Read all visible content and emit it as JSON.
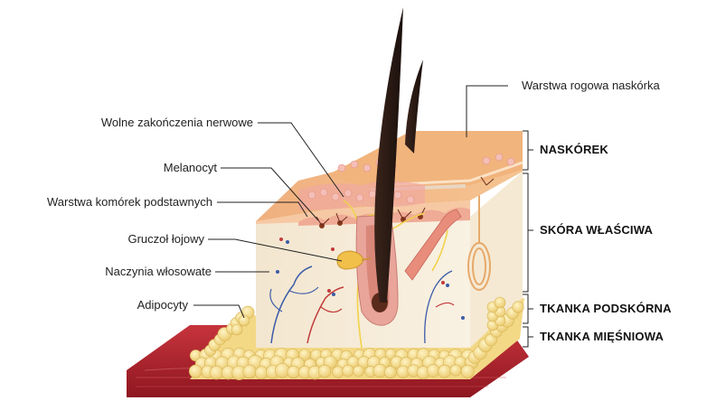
{
  "labels": {
    "left": [
      {
        "text": "Wolne zakończenia nerwowe"
      },
      {
        "text": "Melanocyt"
      },
      {
        "text": "Warstwa komórek podstawnych"
      },
      {
        "text": "Gruczoł łojowy"
      },
      {
        "text": "Naczynia włosowate"
      },
      {
        "text": "Adipocyty"
      }
    ],
    "right_top": "Warstwa rogowa naskórka",
    "layers": [
      {
        "text": "NASKÓREK"
      },
      {
        "text": "SKÓRA WŁAŚCIWA"
      },
      {
        "text": "TKANKA PODSKÓRNA"
      },
      {
        "text": "TKANKA MIĘŚNIOWA"
      }
    ]
  },
  "colors": {
    "epidermis_top": "#f2b483",
    "epidermis_side": "#f6c9a4",
    "dermis": "#f7ecd8",
    "fat": "#f7df92",
    "muscle": "#b0202a",
    "hair": "#2b1a14",
    "follicle": "#e9a59a",
    "vessel_blue": "#3b5ba8",
    "vessel_red": "#c23a3a"
  }
}
